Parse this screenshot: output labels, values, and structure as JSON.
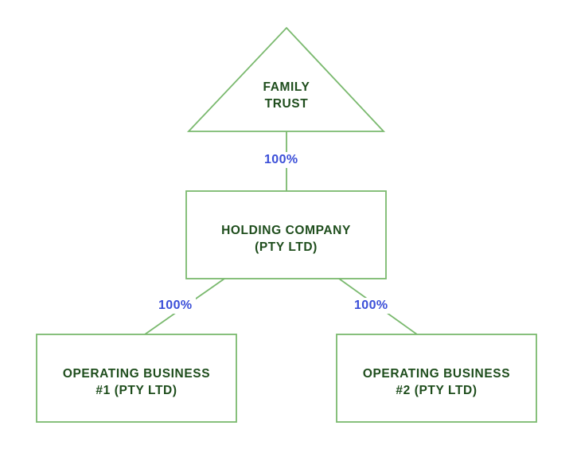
{
  "colors": {
    "stroke": "#7ab96e",
    "label": "#1e4d1c",
    "percent": "#3b4fd8"
  },
  "nodes": {
    "trust": {
      "line1": "FAMILY",
      "line2": "TRUST"
    },
    "holding": {
      "line1": "HOLDING COMPANY",
      "line2": "(PTY LTD)"
    },
    "op1": {
      "line1": "OPERATING BUSINESS",
      "line2": "#1 (PTY LTD)"
    },
    "op2": {
      "line1": "OPERATING BUSINESS",
      "line2": "#2 (PTY LTD)"
    }
  },
  "edges": {
    "trust_to_holding": "100%",
    "holding_to_op1": "100%",
    "holding_to_op2": "100%"
  }
}
